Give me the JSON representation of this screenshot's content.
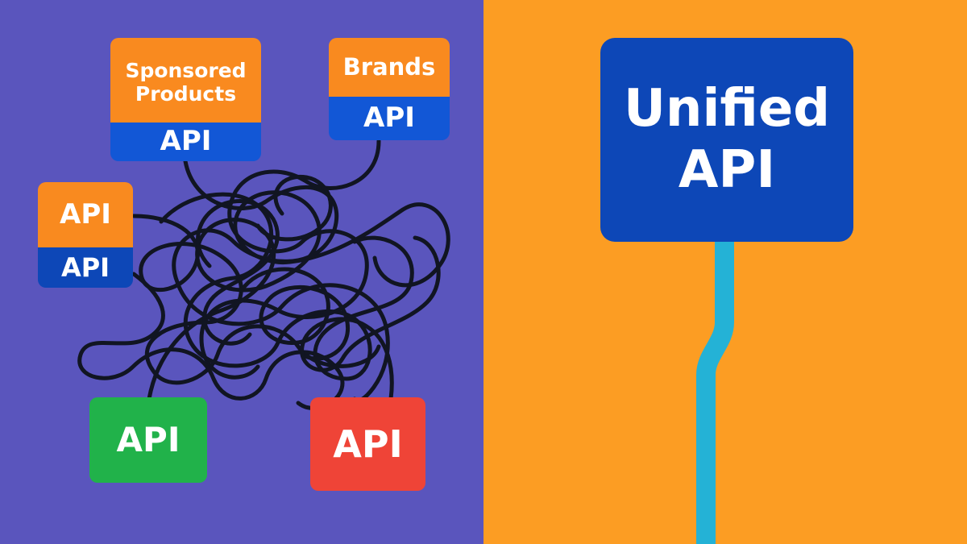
{
  "colors": {
    "left_background": "#5a55bd",
    "right_background": "#fc9d23",
    "orange": "#f98a1f",
    "blue": "#1257d6",
    "navy": "#0d47b7",
    "green": "#21b24a",
    "red": "#ef4437",
    "tangle_line": "#111522",
    "pipe": "#24b2d6"
  },
  "left_panel": {
    "sponsored_box": {
      "top_text": "Sponsored Products",
      "bottom_text": "API"
    },
    "brands_box": {
      "top_text": "Brands",
      "bottom_text": "API"
    },
    "stack_box": {
      "top_text": "API",
      "bottom_text": "API"
    },
    "green_box": {
      "text": "API"
    },
    "red_box": {
      "text": "API"
    }
  },
  "right_panel": {
    "unified_box": {
      "line1": "Unified",
      "line2": "API"
    }
  }
}
